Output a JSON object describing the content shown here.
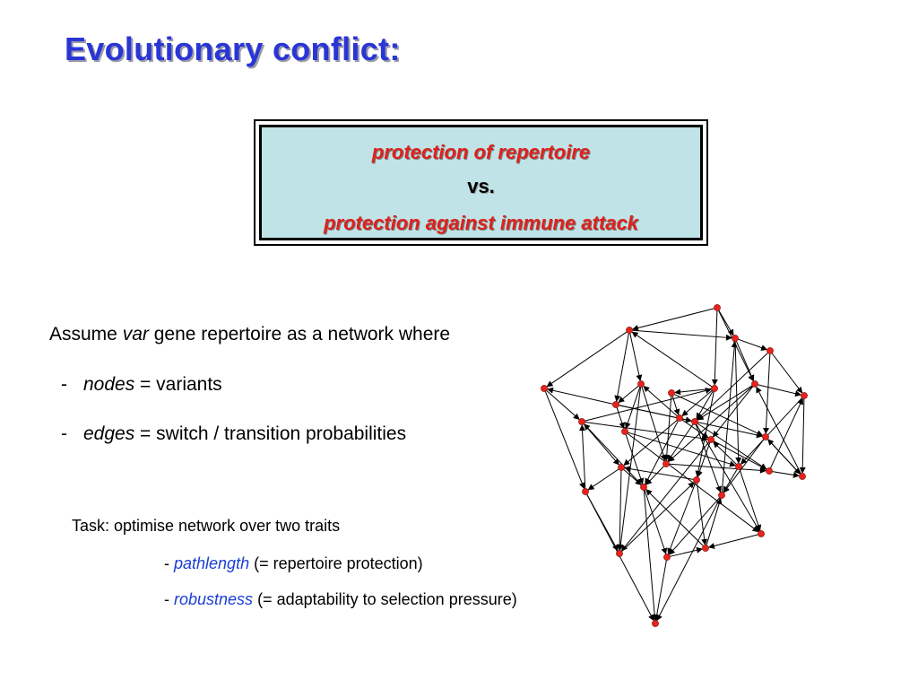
{
  "title": "Evolutionary conflict:",
  "box": {
    "line1": "protection of repertoire",
    "line2": "vs.",
    "line3": "protection against immune attack"
  },
  "assume": {
    "pre": "Assume ",
    "var": "var",
    "post": " gene repertoire as a network where"
  },
  "bullets": [
    {
      "dash": "-",
      "term": "nodes",
      "rest": " = variants"
    },
    {
      "dash": "-",
      "term": "edges",
      "rest": " = switch / transition probabilities"
    }
  ],
  "task": {
    "heading": "Task: optimise network over two traits",
    "items": [
      {
        "dash": "- ",
        "term": "pathlength",
        "rest": "  (= repertoire protection)"
      },
      {
        "dash": "- ",
        "term": "robustness",
        "rest": " (= adaptability to selection pressure)"
      }
    ]
  },
  "network": {
    "node_color": "#e8231b",
    "edge_color": "#000000"
  }
}
